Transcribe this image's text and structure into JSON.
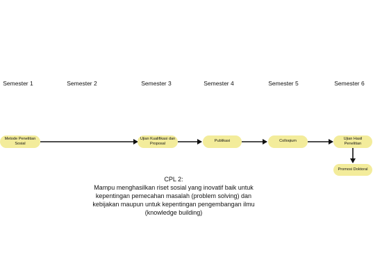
{
  "semesters": [
    "Semester 1",
    "Semester 2",
    "Semester 3",
    "Semester 4",
    "Semester 5",
    "Semester 6"
  ],
  "nodes": {
    "metode": "Metode Penelitian Sosial",
    "ujian_kualifikasi": "Ujian Kualifikasi dan Proposal",
    "publikasi": "Publikasi",
    "colloqium": "Colloqium",
    "ujian_hasil": "Ujian Hasil Penelitian",
    "promosi": "Promosi Doktoral"
  },
  "cpl": {
    "title": "CPL 2:",
    "text": "Mampu menghasilkan riset sosial yang inovatif baik untuk kepentingan pemecahan masalah (problem solving) dan kebijakan maupun untuk kepentingan pengembangan ilmu (knowledge building)"
  },
  "colors": {
    "node_fill": "#f3ec9b",
    "arrow": "#111111"
  }
}
